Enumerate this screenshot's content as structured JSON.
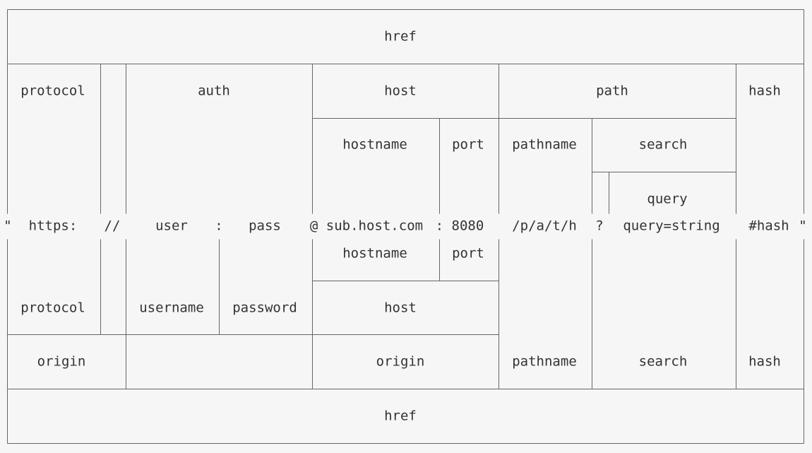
{
  "labels": {
    "href_top": "href",
    "protocol_top": "protocol",
    "auth": "auth",
    "host_top": "host",
    "path": "path",
    "hash_top": "hash",
    "hostname_top": "hostname",
    "port_top": "port",
    "pathname_top": "pathname",
    "search_top": "search",
    "query": "query",
    "quote_open": "\"",
    "url_protocol": "https:",
    "url_slashes": "//",
    "url_user": "user",
    "url_colon": ":",
    "url_pass": "pass",
    "url_at_host": "@ sub.host.com",
    "url_colon_port": ": 8080",
    "url_path": "/p/a/t/h",
    "url_qmark": "?",
    "url_query": "query=string",
    "url_hash": "#hash",
    "quote_close": "\"",
    "hostname_bottom": "hostname",
    "port_bottom": "port",
    "protocol_bottom": "protocol",
    "username": "username",
    "password": "password",
    "host_bottom": "host",
    "origin_left": "origin",
    "origin_right": "origin",
    "pathname_bottom": "pathname",
    "search_bottom": "search",
    "hash_bottom": "hash",
    "href_bottom": "href"
  }
}
